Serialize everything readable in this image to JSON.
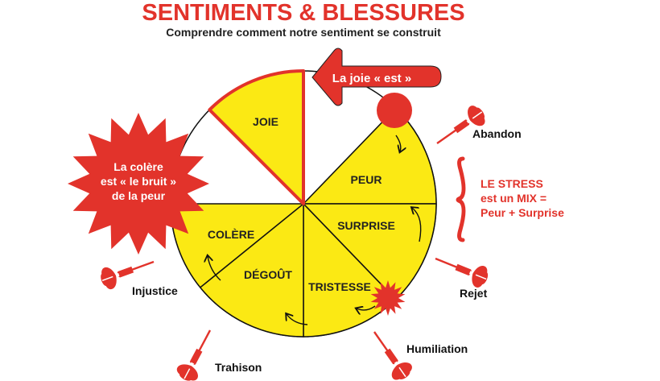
{
  "header": {
    "title": "SENTIMENTS & BLESSURES",
    "subtitle": "Comprendre comment notre sentiment se construit"
  },
  "wheel": {
    "segments": [
      "JOIE",
      "PEUR",
      "SURPRISE",
      "TRISTESSE",
      "DÉGOÛT",
      "COLÈRE"
    ]
  },
  "callouts": {
    "joie_arrow": "La joie « est »",
    "colere_star": [
      "La colère",
      "est « le bruit »",
      "de la peur"
    ],
    "stress": [
      "LE STRESS",
      "est un MIX =",
      "Peur + Surprise"
    ]
  },
  "wounds": [
    "Abandon",
    "Rejet",
    "Humiliation",
    "Trahison",
    "Injustice"
  ],
  "colors": {
    "red": "#e2332b",
    "yellow": "#fbe914",
    "outline": "#111111"
  }
}
